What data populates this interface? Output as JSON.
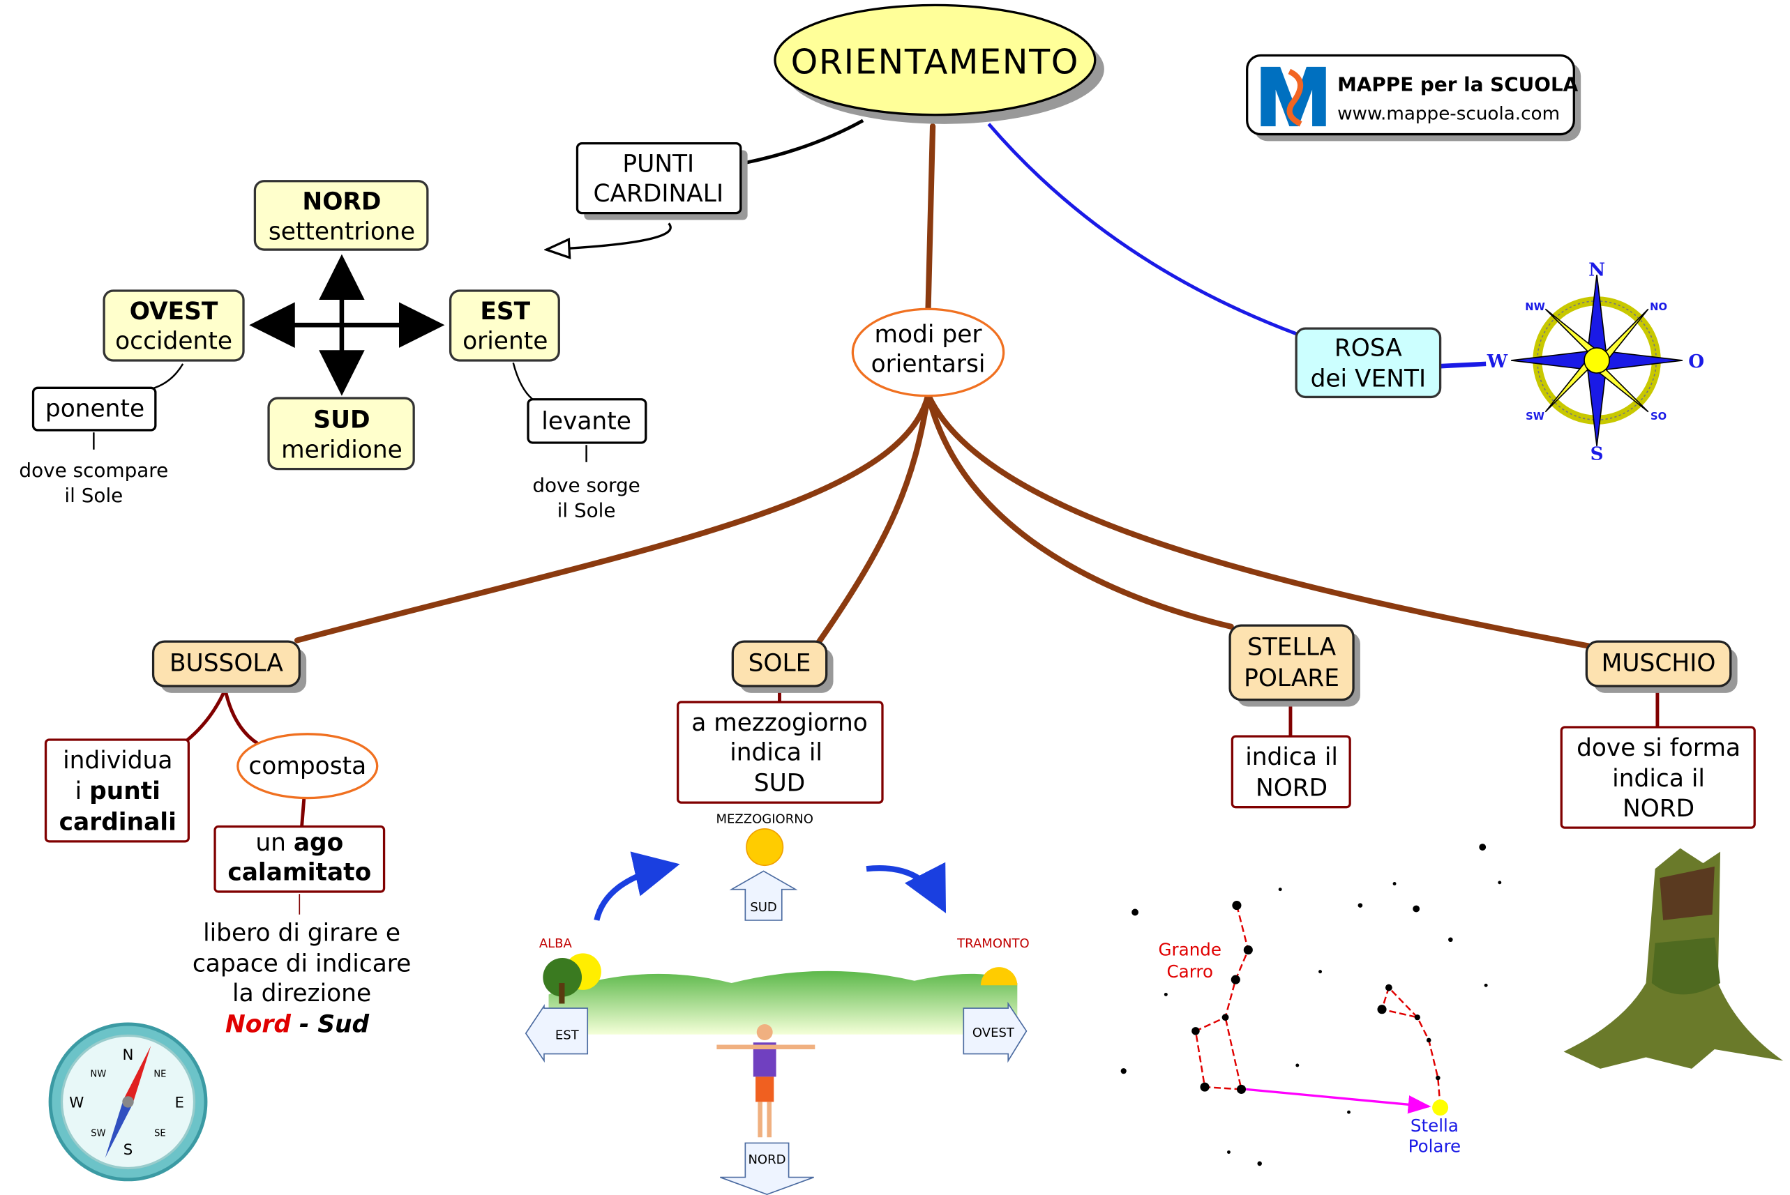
{
  "title": "ORIENTAMENTO",
  "logo": {
    "name": "MAPPE per la SCUOLA",
    "url": "www.mappe-scuola.com",
    "colors": {
      "blue": "#0070c0",
      "orange": "#f26522"
    }
  },
  "punti_cardinali": {
    "line1": "PUNTI",
    "line2": "CARDINALI"
  },
  "directions": {
    "nord": {
      "name": "NORD",
      "alt": "settentrione"
    },
    "ovest": {
      "name": "OVEST",
      "alt": "occidente",
      "note": "ponente",
      "desc1": "dove scompare",
      "desc2": "il Sole"
    },
    "est": {
      "name": "EST",
      "alt": "oriente",
      "note": "levante",
      "desc1": "dove sorge",
      "desc2": "il Sole"
    },
    "sud": {
      "name": "SUD",
      "alt": "meridione"
    }
  },
  "rosa": {
    "line1": "ROSA",
    "line2": "dei VENTI",
    "labels": {
      "n": "N",
      "s": "S",
      "w": "W",
      "o": "O",
      "nw": "NW",
      "no": "NO",
      "sw": "SW",
      "so": "SO"
    }
  },
  "modi": {
    "line1": "modi per",
    "line2": "orientarsi"
  },
  "bussola": {
    "label": "BUSSOLA",
    "individua": {
      "l1": "individua",
      "l2a": "i ",
      "l2b": "punti",
      "l3": "cardinali"
    },
    "composta": "composta",
    "ago": {
      "l1a": "un ",
      "l1b": "ago",
      "l2": "calamitato"
    },
    "desc": {
      "l1": "libero di girare e",
      "l2": "capace di indicare",
      "l3": "la direzione",
      "nord": "Nord",
      "sep": " - ",
      "sud": "Sud"
    },
    "compass_letters": {
      "n": "N",
      "s": "S",
      "e": "E",
      "w": "W",
      "ne": "NE",
      "nw": "NW",
      "se": "SE",
      "sw": "SW"
    }
  },
  "sole": {
    "label": "SOLE",
    "desc": {
      "l1": "a mezzogiorno",
      "l2": "indica il",
      "l3": "SUD"
    },
    "illustration": {
      "mezzogiorno": "MEZZOGIORNO",
      "sud": "SUD",
      "alba": "ALBA",
      "tramonto": "TRAMONTO",
      "est": "EST",
      "ovest": "OVEST",
      "nord": "NORD"
    }
  },
  "stella": {
    "l1": "STELLA",
    "l2": "POLARE",
    "desc": {
      "l1": "indica il",
      "l2": "NORD"
    },
    "map": {
      "grande1": "Grande",
      "grande2": "Carro",
      "polare1": "Stella",
      "polare2": "Polare"
    }
  },
  "muschio": {
    "label": "MUSCHIO",
    "desc": {
      "l1": "dove si forma",
      "l2": "indica il",
      "l3": "NORD"
    }
  }
}
